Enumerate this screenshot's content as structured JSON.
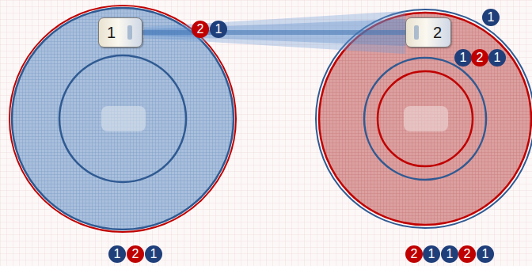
{
  "diagram": {
    "nodes": [
      {
        "text": [
          "1"
        ]
      },
      {
        "text": [
          "2"
        ]
      }
    ],
    "edges": [
      {
        "from": 0,
        "to": 1,
        "arrow": "none"
      }
    ],
    "labels": [
      "1",
      "2",
      "1",
      "1",
      "2",
      "1",
      "1",
      "2",
      "1",
      "2",
      "1",
      "1",
      "2",
      "1"
    ]
  }
}
